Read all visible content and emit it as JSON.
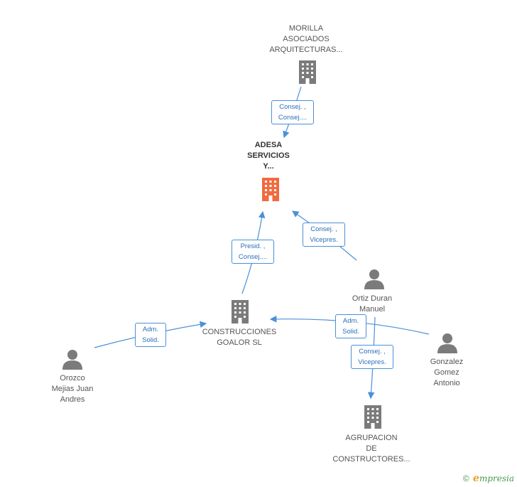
{
  "nodes": {
    "morilla": {
      "label": "MORILLA\nASOCIADOS\nARQUITECTURAS...",
      "type": "company"
    },
    "adesa": {
      "label": "ADESA\nSERVICIOS\nY...",
      "type": "company-main"
    },
    "construcciones": {
      "label": "CONSTRUCCIONES\nGOALOR SL",
      "type": "company"
    },
    "ortiz": {
      "label": "Ortiz Duran\nManuel",
      "type": "person"
    },
    "gonzalez": {
      "label": "Gonzalez\nGomez\nAntonio",
      "type": "person"
    },
    "orozco": {
      "label": "Orozco\nMejias Juan\nAndres",
      "type": "person"
    },
    "agrupacion": {
      "label": "AGRUPACION\nDE\nCONSTRUCTORES...",
      "type": "company"
    }
  },
  "edges": {
    "morilla_adesa": "Consej. ,\nConsej....",
    "construcciones_adesa": "Presid. ,\nConsej....",
    "ortiz_adesa": "Consej. ,\nVicepres.",
    "orozco_construcciones": "Adm.\nSolid.",
    "ortiz_construcciones": "Adm.\nSolid.",
    "ortiz_agrupacion": "Consej. ,\nVicepres."
  },
  "colors": {
    "main_company": "#f26a3e",
    "company": "#7b7b7b",
    "person": "#7b7b7b",
    "edge": "#4a90d9"
  },
  "footer": {
    "copyright": "©",
    "brand_initial": "e",
    "brand_rest": "mpresia"
  }
}
